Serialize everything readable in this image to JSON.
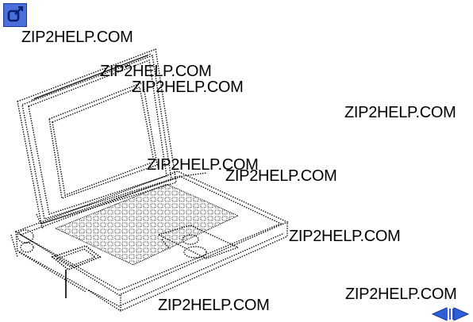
{
  "toolbar": {
    "tool_icon": "tool-icon",
    "tool_color": "#4a6fd8"
  },
  "illustration": {
    "subject": "laptop-computer-line-drawing"
  },
  "watermarks": [
    "ZIP2HELP.COM",
    "ZIP2HELP.COM",
    "ZIP2HELP.COM",
    "ZIP2HELP.COM",
    "ZIP2HELP.COM",
    "ZIP2HELP.COM",
    "ZIP2HELP.COM",
    "ZIP2HELP.COM",
    "ZIP2HELP.COM"
  ],
  "navigation": {
    "prev_icon": "arrow-left-icon",
    "next_icon": "arrow-right-icon",
    "arrow_color": "#2f5fd6"
  }
}
